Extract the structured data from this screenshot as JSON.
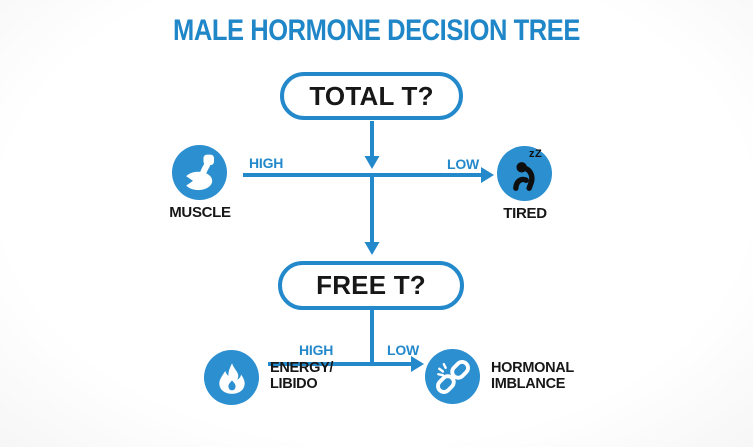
{
  "title": "MALE HORMONE DECISION TREE",
  "colors": {
    "accent_blue": "#2489cb",
    "icon_circle_blue": "#2b8fd0",
    "text_black": "#171717"
  },
  "tree": {
    "root": {
      "label": "TOTAL T?"
    },
    "root_branches": [
      {
        "condition": "HIGH",
        "outcome": "MUSCLE",
        "icon": "bicep-icon"
      },
      {
        "condition": "LOW",
        "outcome": "TIRED",
        "icon": "sleepy-person-icon",
        "zzz": "zZ"
      }
    ],
    "second": {
      "label": "FREE T?"
    },
    "second_branches": [
      {
        "condition": "HIGH",
        "outcome_line1": "ENERGY/",
        "outcome_line2": "LIBIDO",
        "icon": "flame-icon"
      },
      {
        "condition": "LOW",
        "outcome_line1": "HORMONAL",
        "outcome_line2": "IMBLANCE",
        "icon": "broken-chain-icon"
      }
    ]
  }
}
